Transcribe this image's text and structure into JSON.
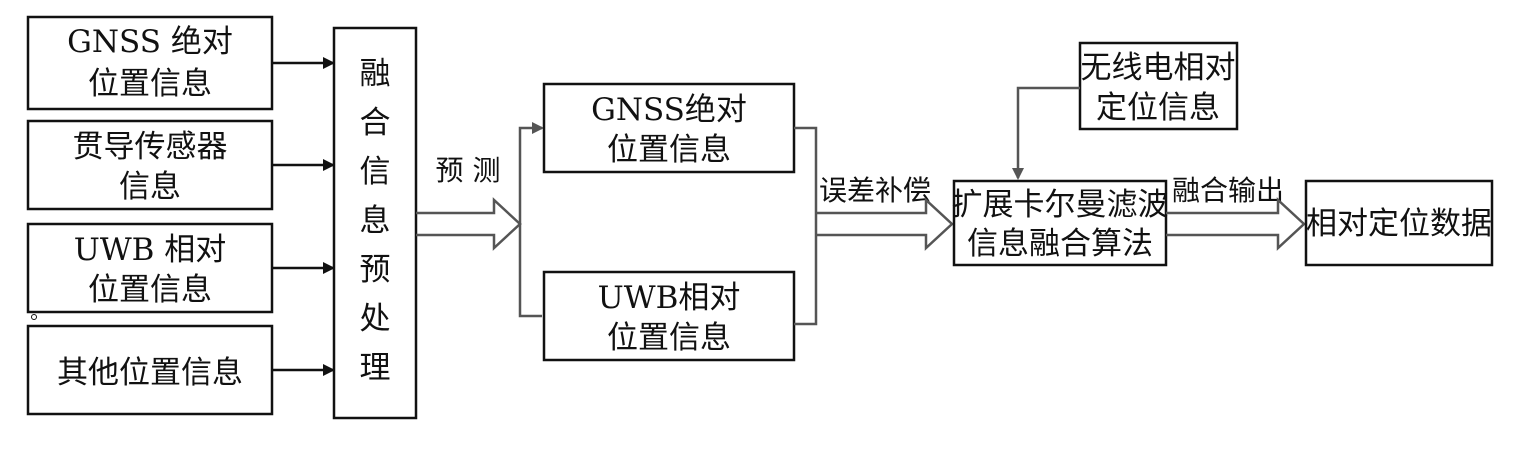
{
  "colors": {
    "line": "#111111",
    "connector_gray": "#555555",
    "background": "#ffffff"
  },
  "inputs": {
    "gnss": [
      "GNSS 绝对",
      "位置信息"
    ],
    "ins": [
      "贯导传感器",
      "信息"
    ],
    "uwb": [
      "UWB 相对",
      "位置信息"
    ],
    "other": [
      "其他位置信息"
    ]
  },
  "preprocess": {
    "chars": [
      "融",
      "合",
      "信",
      "息",
      "预",
      "处",
      "理"
    ]
  },
  "labels": {
    "predict": "预 测",
    "error_comp": "误差补偿",
    "fusion_output": "融合输出"
  },
  "middle": {
    "gnss": [
      "GNSS绝对",
      "位置信息"
    ],
    "uwb": [
      "UWB相对",
      "位置信息"
    ]
  },
  "radio": [
    "无线电相对",
    "定位信息"
  ],
  "ekf": [
    "扩展卡尔曼滤波",
    "信息融合算法"
  ],
  "output": [
    "相对定位数据"
  ]
}
